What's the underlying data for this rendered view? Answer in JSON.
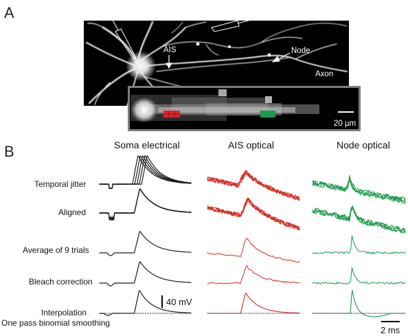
{
  "panel_a": {
    "letter": "A",
    "labels": {
      "ais": "AIS",
      "node": "Node",
      "axon": "Axon"
    },
    "inset_scale_bar": "20 µm",
    "inset_markers": {
      "ais_color": "#e02424",
      "node_color": "#1a9a4a"
    }
  },
  "panel_b": {
    "letter": "B",
    "column_headings": [
      "Soma electrical",
      "AIS optical",
      "Node optical"
    ],
    "row_labels": [
      "Temporal jitter",
      "Aligned",
      "Average of 9 trials",
      "Bleach correction",
      "Interpolation",
      "One pass binomial smoothing"
    ],
    "voltage_scale_bar": "40 mV",
    "time_scale_bar": "2 ms",
    "colors": {
      "soma": "#1c1c1c",
      "ais": "#d62a20",
      "node": "#179a45"
    },
    "trial_count": 9
  }
}
